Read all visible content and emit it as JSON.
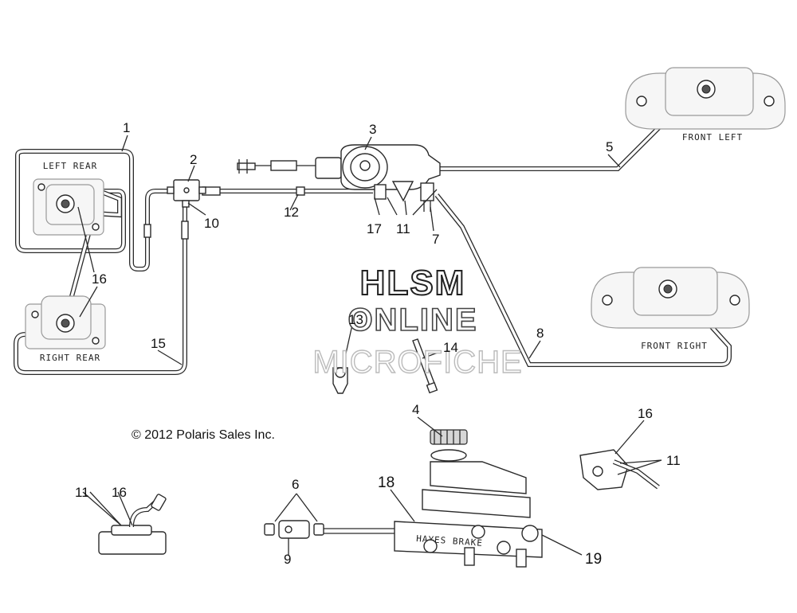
{
  "copyright": "© 2012 Polaris Sales Inc.",
  "watermark": {
    "line1": "HLSM",
    "line2": "ONLINE",
    "line3": "MICROFICHE"
  },
  "caliper_labels": {
    "left_rear": "LEFT REAR",
    "right_rear": "RIGHT REAR",
    "front_left": "FRONT LEFT",
    "front_right": "FRONT RIGHT"
  },
  "master_cylinder_brand": "HAYES BRAKE",
  "callouts": {
    "c1": "1",
    "c2": "2",
    "c3": "3",
    "c4": "4",
    "c5": "5",
    "c6": "6",
    "c7": "7",
    "c8": "8",
    "c9": "9",
    "c10": "10",
    "c11a": "11",
    "c11b": "11",
    "c11c": "11",
    "c12": "12",
    "c13": "13",
    "c14": "14",
    "c15": "15",
    "c16a": "16",
    "c16b": "16",
    "c16c": "16",
    "c17": "17",
    "c18": "18",
    "c19": "19"
  }
}
